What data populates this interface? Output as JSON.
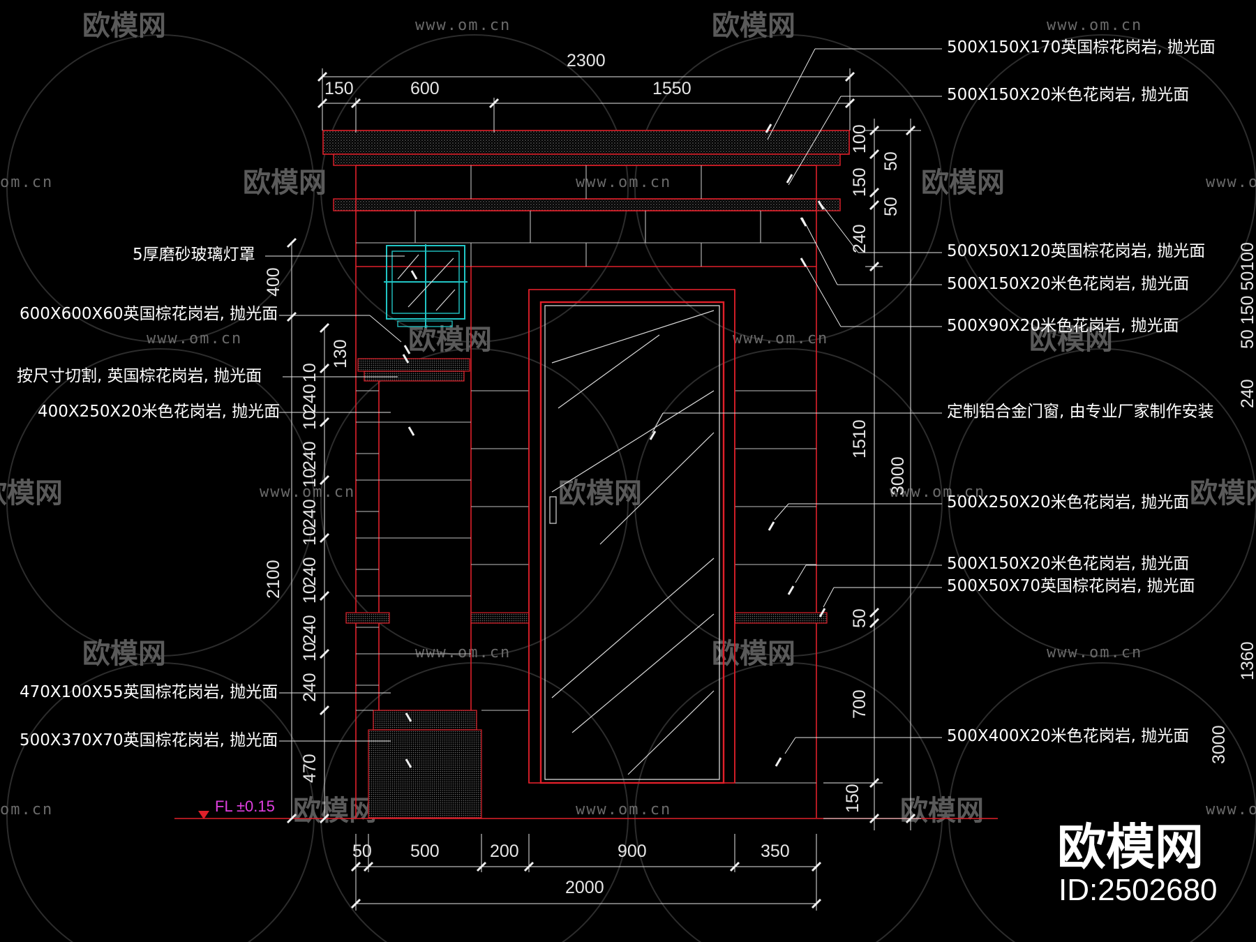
{
  "drawing": {
    "colors": {
      "background": "#000000",
      "outline": "#e0202a",
      "glass_fixture": "#21c5c5",
      "level_marker": "#e040e0",
      "text": "#ffffff"
    },
    "top_dimensions": {
      "overall": "2300",
      "left_offset": "150",
      "window_bay": "600",
      "door_bay": "1550"
    },
    "bottom_dimensions": {
      "base_projection": "50",
      "pier": "500",
      "pier_gap": "200",
      "door": "900",
      "right_wall": "350",
      "overall": "2000"
    },
    "left_dimensions": {
      "lamp_zone": "400",
      "capital": "130",
      "joint_a": "10",
      "course_a": "240",
      "joint_b": "10",
      "course_b": "240",
      "joint_c": "10",
      "course_c": "240",
      "joint_d": "10",
      "course_d": "240",
      "joint_e": "10",
      "course_e": "240",
      "joint_f": "10",
      "course_f": "240",
      "pier_height": "2100",
      "base": "470"
    },
    "right_dimensions": {
      "cornice_top": "100",
      "cornice_split": "50",
      "cornice_band": "150",
      "cornice_bottom": "50",
      "frieze": "240",
      "door_zone": "1510",
      "sill": "50",
      "dado": "700",
      "plinth": "150",
      "total_inner": "3000",
      "total_outer": "3000"
    },
    "edge_dimensions": {
      "top_text": "50 150 50100",
      "middle_text": "240",
      "lower_text": "1360"
    },
    "level": {
      "label": "FL ±0.15"
    },
    "left_notes": [
      "5厚磨砂玻璃灯罩",
      "600X600X60英国棕花岗岩, 抛光面",
      "按尺寸切割, 英国棕花岗岩, 抛光面",
      "400X250X20米色花岗岩, 抛光面",
      "470X100X55英国棕花岗岩, 抛光面",
      "500X370X70英国棕花岗岩, 抛光面"
    ],
    "right_notes": [
      "500X150X170英国棕花岗岩, 抛光面",
      "500X150X20米色花岗岩, 抛光面",
      "500X50X120英国棕花岗岩, 抛光面",
      "500X150X20米色花岗岩, 抛光面",
      "500X90X20米色花岗岩, 抛光面",
      "定制铝合金门窗, 由专业厂家制作安装",
      "500X250X20米色花岗岩, 抛光面",
      "500X150X20米色花岗岩, 抛光面",
      "500X50X70英国棕花岗岩, 抛光面",
      "500X400X20米色花岗岩, 抛光面"
    ],
    "watermark": {
      "brand": "欧模网",
      "url": "www.om.cn",
      "url_short": "om.cn",
      "logo": "欧模网",
      "id": "ID:2502680"
    }
  }
}
